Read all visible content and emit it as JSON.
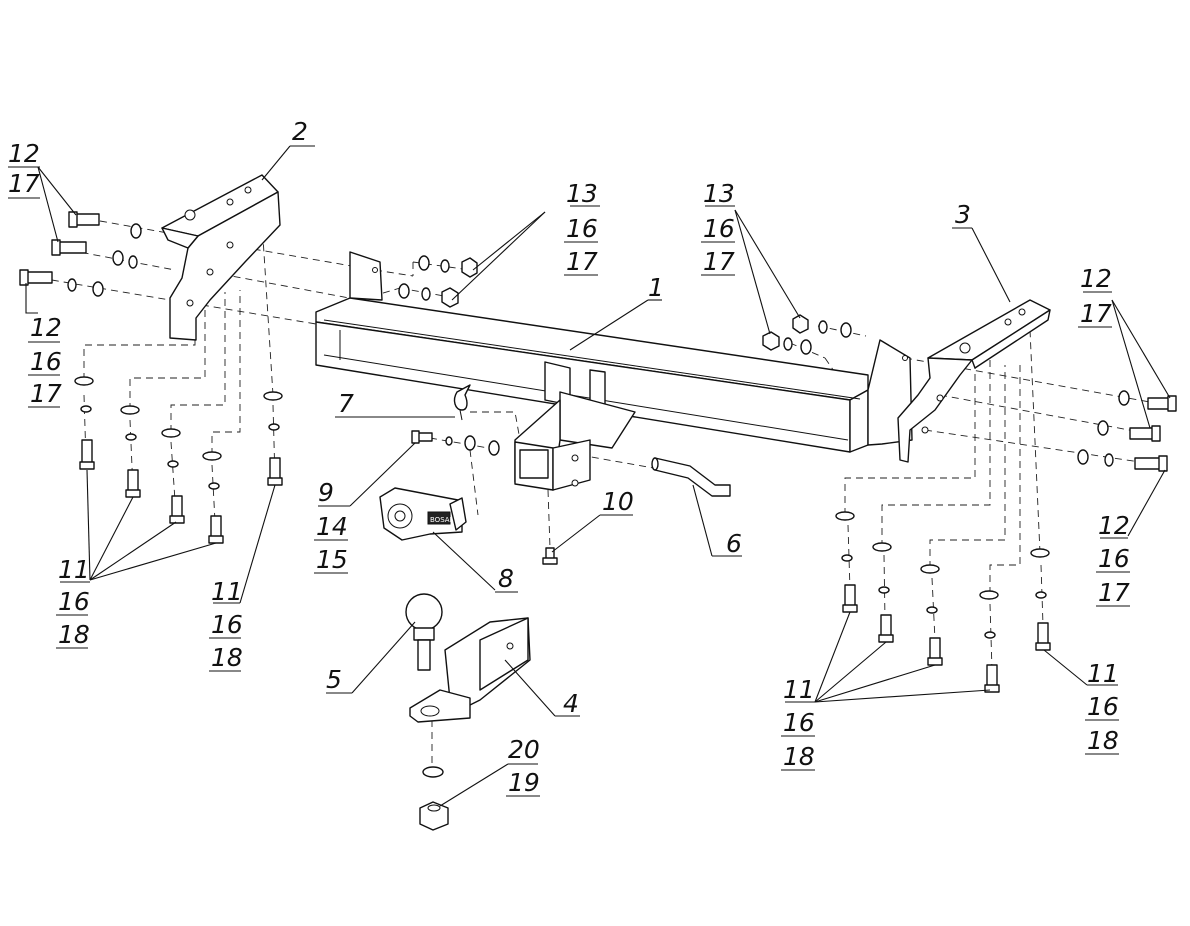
{
  "labels": {
    "l1": "1",
    "l2": "2",
    "l3": "3",
    "l4": "4",
    "l5": "5",
    "l6": "6",
    "l7": "7",
    "l8": "8",
    "l9": "9",
    "l10": "10",
    "l14": "14",
    "l15": "15",
    "l20": "20",
    "l19": "19",
    "tl_12": "12",
    "tl_17": "17",
    "ml_12": "12",
    "ml_16": "16",
    "ml_17": "17",
    "bl_11": "11",
    "bl_16": "16",
    "bl_18": "18",
    "bl2_11": "11",
    "bl2_16": "16",
    "bl2_18": "18",
    "tc_13": "13",
    "tc_16": "16",
    "tc_17": "17",
    "tr_13": "13",
    "tr_16": "16",
    "tr_17": "17",
    "rr_12": "12",
    "rr_17": "17",
    "rm_12": "12",
    "rm_16": "16",
    "rm_17": "17",
    "br_11": "11",
    "br_16": "16",
    "br_18": "18",
    "br2_11": "11",
    "br2_16": "16",
    "br2_18": "18"
  },
  "plate_text": "BOSAL"
}
